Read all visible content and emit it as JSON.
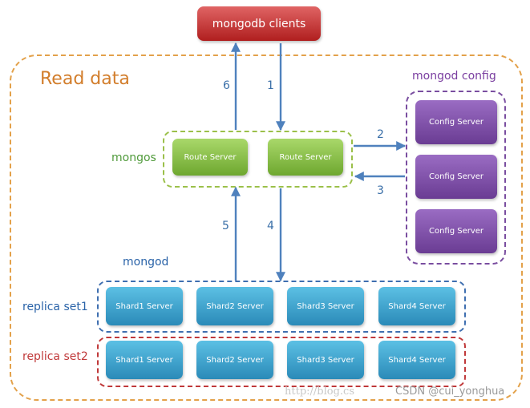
{
  "title": "Read data",
  "clients": "mongodb clients",
  "mongos": {
    "label": "mongos",
    "servers": [
      "Route Server",
      "Route Server"
    ]
  },
  "config": {
    "label": "mongod config",
    "servers": [
      "Config Server",
      "Config Server",
      "Config Server"
    ]
  },
  "mongod": {
    "label": "mongod",
    "replica_sets": [
      {
        "label": "replica set1",
        "shards": [
          "Shard1 Server",
          "Shard2 Server",
          "Shard3 Server",
          "Shard4 Server"
        ]
      },
      {
        "label": "replica set2",
        "shards": [
          "Shard1 Server",
          "Shard2 Server",
          "Shard3 Server",
          "Shard4 Server"
        ]
      }
    ]
  },
  "steps": [
    "1",
    "2",
    "3",
    "4",
    "5",
    "6"
  ],
  "watermark": {
    "url": "http://blog.cs",
    "credit": "CSDN @cui_yonghua"
  },
  "colors": {
    "outer_border": "#e3a14a",
    "mongos_border": "#9bc04a",
    "config_border": "#7a4ea0",
    "rs1_border": "#3f6fb0",
    "rs2_border": "#c0393a",
    "arrow": "#4f81bd",
    "title": "#d27d2b",
    "mongos_label": "#4f9a3a",
    "config_label": "#7a3ea0",
    "rs1_label": "#2a63a8",
    "rs2_label": "#c0393a"
  }
}
